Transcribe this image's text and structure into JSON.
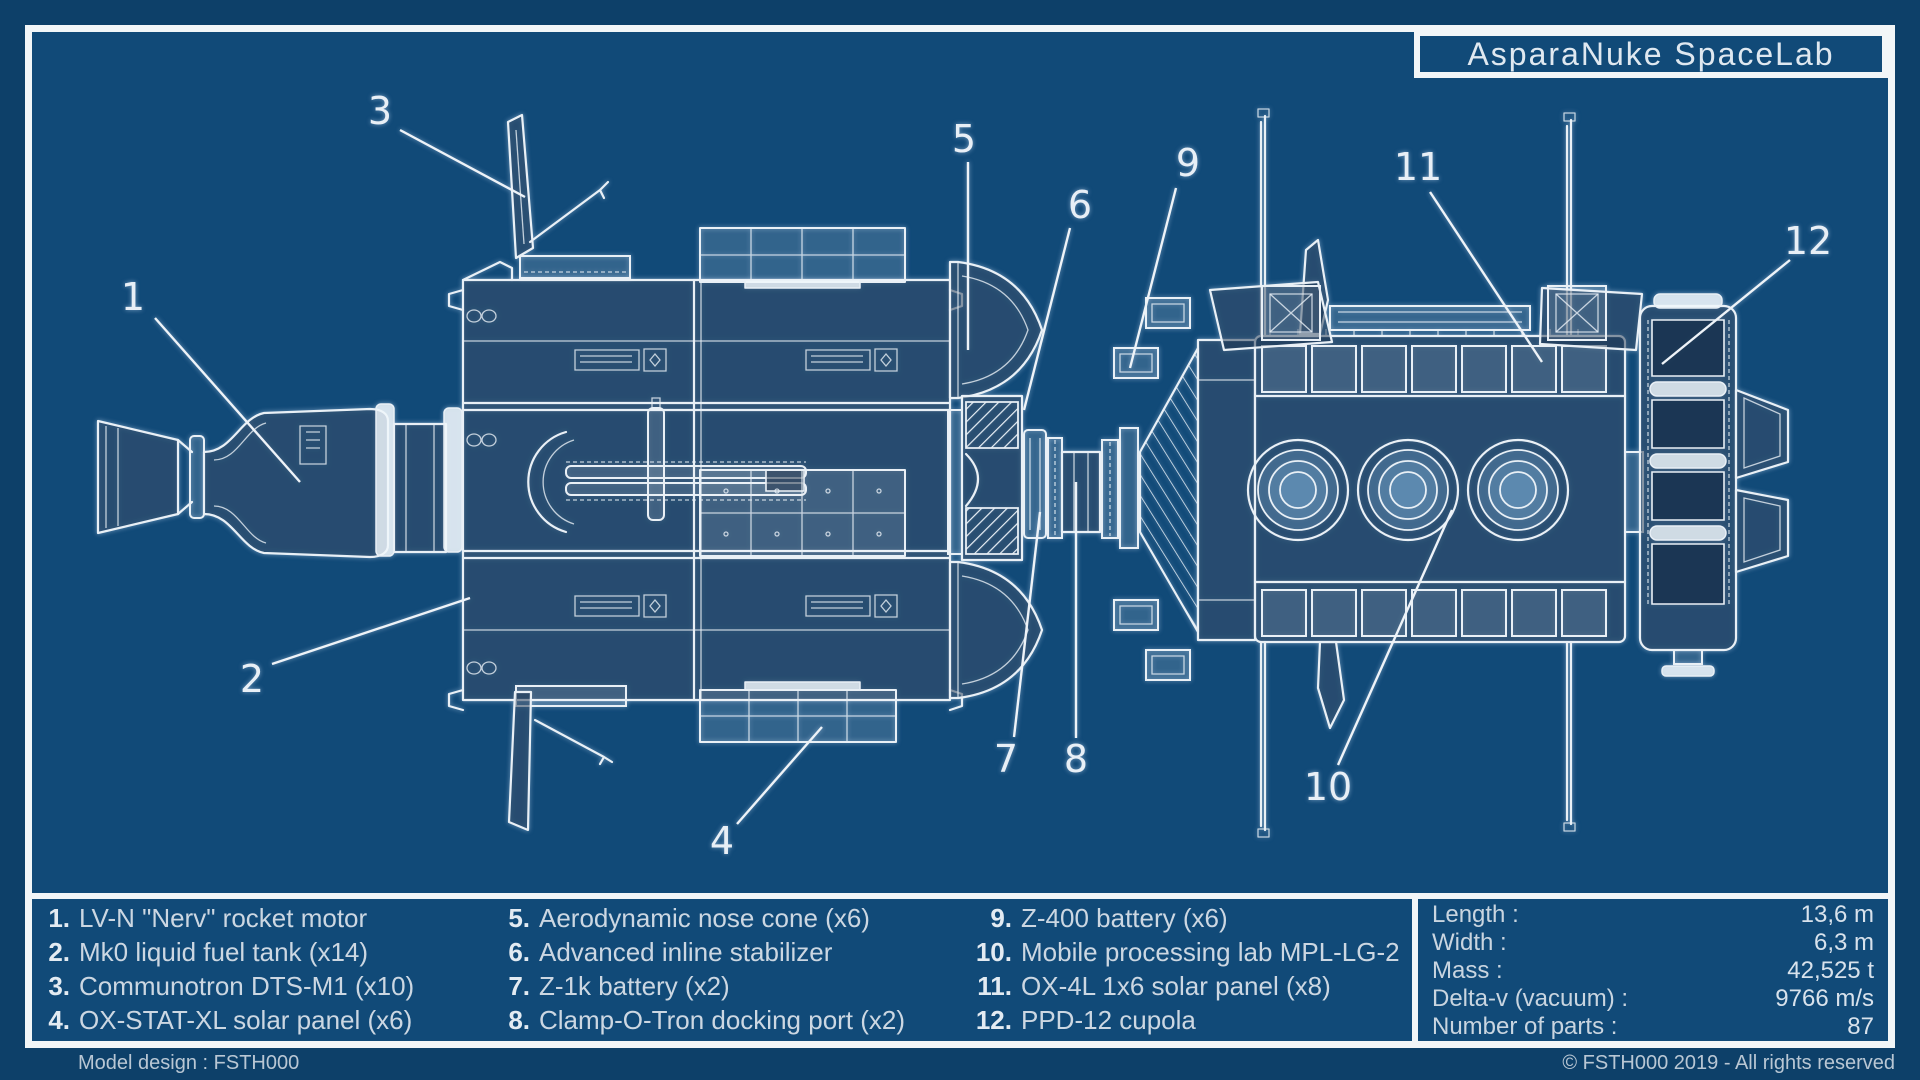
{
  "title": "AsparaNuke SpaceLab",
  "colors": {
    "background": "#0d4069",
    "panel": "#114a78",
    "frame": "#f2f6f8",
    "line": "#e9f0f6",
    "text": "#d6e0ea"
  },
  "callouts": [
    "1",
    "2",
    "3",
    "4",
    "5",
    "6",
    "7",
    "8",
    "9",
    "10",
    "11",
    "12"
  ],
  "legend": {
    "col1": [
      {
        "num": "1.",
        "label": "LV-N \"Nerv\" rocket motor"
      },
      {
        "num": "2.",
        "label": "Mk0 liquid fuel tank (x14)"
      },
      {
        "num": "3.",
        "label": "Communotron DTS-M1 (x10)"
      },
      {
        "num": "4.",
        "label": "OX-STAT-XL solar panel (x6)"
      }
    ],
    "col2": [
      {
        "num": "5.",
        "label": "Aerodynamic nose cone (x6)"
      },
      {
        "num": "6.",
        "label": "Advanced inline stabilizer"
      },
      {
        "num": "7.",
        "label": "Z-1k battery (x2)"
      },
      {
        "num": "8.",
        "label": "Clamp-O-Tron docking port (x2)"
      }
    ],
    "col3": [
      {
        "num": "9.",
        "label": "Z-400 battery (x6)"
      },
      {
        "num": "10.",
        "label": "Mobile processing lab MPL-LG-2"
      },
      {
        "num": "11.",
        "label": "OX-4L 1x6 solar panel (x8)"
      },
      {
        "num": "12.",
        "label": "PPD-12 cupola"
      }
    ]
  },
  "specs": [
    {
      "label": "Length :",
      "value": "13,6 m"
    },
    {
      "label": "Width :",
      "value": "6,3 m"
    },
    {
      "label": "Mass :",
      "value": "42,525 t"
    },
    {
      "label": "Delta-v (vacuum) :",
      "value": "9766 m/s"
    },
    {
      "label": "Number of parts :",
      "value": "87"
    }
  ],
  "footer": {
    "left": "Model design : FSTH000",
    "right": "© FSTH000 2019 - All rights reserved"
  }
}
